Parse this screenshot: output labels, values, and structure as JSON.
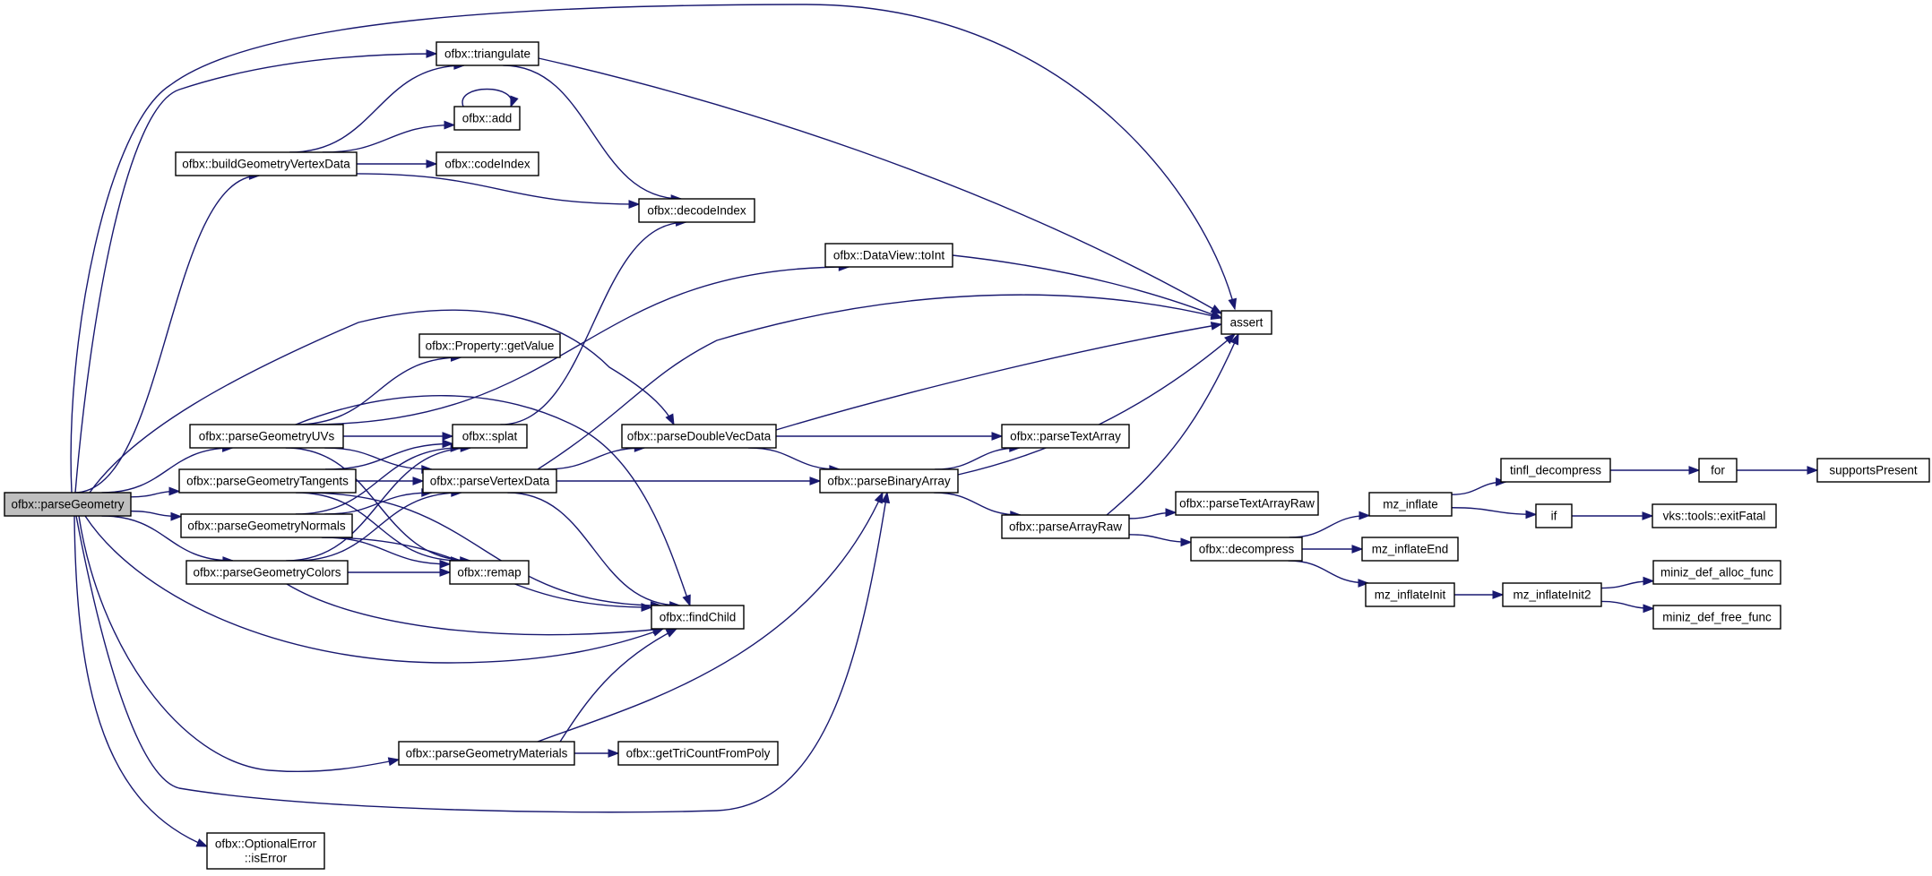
{
  "graph": {
    "root": "parseGeometry",
    "nodes": [
      {
        "id": "parseGeometry",
        "lines": [
          "ofbx::parseGeometry"
        ]
      },
      {
        "id": "triangulate",
        "lines": [
          "ofbx::triangulate"
        ]
      },
      {
        "id": "add",
        "lines": [
          "ofbx::add"
        ]
      },
      {
        "id": "buildGeometryVertexData",
        "lines": [
          "ofbx::buildGeometryVertexData"
        ]
      },
      {
        "id": "codeIndex",
        "lines": [
          "ofbx::codeIndex"
        ]
      },
      {
        "id": "decodeIndex",
        "lines": [
          "ofbx::decodeIndex"
        ]
      },
      {
        "id": "toInt",
        "lines": [
          "ofbx::DataView::toInt"
        ]
      },
      {
        "id": "assert",
        "lines": [
          "assert"
        ]
      },
      {
        "id": "getValue",
        "lines": [
          "ofbx::Property::getValue"
        ]
      },
      {
        "id": "parseGeometryUVs",
        "lines": [
          "ofbx::parseGeometryUVs"
        ]
      },
      {
        "id": "splat",
        "lines": [
          "ofbx::splat"
        ]
      },
      {
        "id": "parseDoubleVecData",
        "lines": [
          "ofbx::parseDoubleVecData"
        ]
      },
      {
        "id": "parseTextArray",
        "lines": [
          "ofbx::parseTextArray"
        ]
      },
      {
        "id": "parseGeometryTangents",
        "lines": [
          "ofbx::parseGeometryTangents"
        ]
      },
      {
        "id": "parseVertexData",
        "lines": [
          "ofbx::parseVertexData"
        ]
      },
      {
        "id": "parseBinaryArray",
        "lines": [
          "ofbx::parseBinaryArray"
        ]
      },
      {
        "id": "parseGeometryNormals",
        "lines": [
          "ofbx::parseGeometryNormals"
        ]
      },
      {
        "id": "parseArrayRaw",
        "lines": [
          "ofbx::parseArrayRaw"
        ]
      },
      {
        "id": "parseTextArrayRaw",
        "lines": [
          "ofbx::parseTextArrayRaw"
        ]
      },
      {
        "id": "parseGeometryColors",
        "lines": [
          "ofbx::parseGeometryColors"
        ]
      },
      {
        "id": "remap",
        "lines": [
          "ofbx::remap"
        ]
      },
      {
        "id": "decompress",
        "lines": [
          "ofbx::decompress"
        ]
      },
      {
        "id": "findChild",
        "lines": [
          "ofbx::findChild"
        ]
      },
      {
        "id": "parseGeometryMaterials",
        "lines": [
          "ofbx::parseGeometryMaterials"
        ]
      },
      {
        "id": "getTriCountFromPoly",
        "lines": [
          "ofbx::getTriCountFromPoly"
        ]
      },
      {
        "id": "isError",
        "lines": [
          "ofbx::OptionalError",
          "::isError"
        ]
      },
      {
        "id": "mz_inflate",
        "lines": [
          "mz_inflate"
        ]
      },
      {
        "id": "mz_inflateEnd",
        "lines": [
          "mz_inflateEnd"
        ]
      },
      {
        "id": "mz_inflateInit",
        "lines": [
          "mz_inflateInit"
        ]
      },
      {
        "id": "mz_inflateInit2",
        "lines": [
          "mz_inflateInit2"
        ]
      },
      {
        "id": "tinfl_decompress",
        "lines": [
          "tinfl_decompress"
        ]
      },
      {
        "id": "for",
        "lines": [
          "for"
        ]
      },
      {
        "id": "supportsPresent",
        "lines": [
          "supportsPresent"
        ]
      },
      {
        "id": "if",
        "lines": [
          "if"
        ]
      },
      {
        "id": "exitFatal",
        "lines": [
          "vks::tools::exitFatal"
        ]
      },
      {
        "id": "miniz_def_alloc_func",
        "lines": [
          "miniz_def_alloc_func"
        ]
      },
      {
        "id": "miniz_def_free_func",
        "lines": [
          "miniz_def_free_func"
        ]
      }
    ],
    "edges": [
      [
        "parseGeometry",
        "assert"
      ],
      [
        "parseGeometry",
        "triangulate"
      ],
      [
        "parseGeometry",
        "buildGeometryVertexData"
      ],
      [
        "parseGeometry",
        "parseDoubleVecData"
      ],
      [
        "parseGeometry",
        "parseGeometryUVs"
      ],
      [
        "parseGeometry",
        "parseGeometryTangents"
      ],
      [
        "parseGeometry",
        "parseGeometryNormals"
      ],
      [
        "parseGeometry",
        "parseGeometryColors"
      ],
      [
        "parseGeometry",
        "findChild"
      ],
      [
        "parseGeometry",
        "parseGeometryMaterials"
      ],
      [
        "parseGeometry",
        "parseBinaryArray"
      ],
      [
        "parseGeometry",
        "isError"
      ],
      [
        "triangulate",
        "assert"
      ],
      [
        "triangulate",
        "decodeIndex"
      ],
      [
        "add",
        "add"
      ],
      [
        "buildGeometryVertexData",
        "triangulate"
      ],
      [
        "buildGeometryVertexData",
        "add"
      ],
      [
        "buildGeometryVertexData",
        "codeIndex"
      ],
      [
        "buildGeometryVertexData",
        "decodeIndex"
      ],
      [
        "toInt",
        "assert"
      ],
      [
        "parseGeometryUVs",
        "toInt"
      ],
      [
        "parseGeometryUVs",
        "getValue"
      ],
      [
        "parseGeometryUVs",
        "splat"
      ],
      [
        "parseGeometryUVs",
        "findChild"
      ],
      [
        "parseGeometryUVs",
        "parseVertexData"
      ],
      [
        "parseGeometryUVs",
        "remap"
      ],
      [
        "splat",
        "decodeIndex"
      ],
      [
        "parseGeometryTangents",
        "splat"
      ],
      [
        "parseGeometryTangents",
        "parseVertexData"
      ],
      [
        "parseGeometryTangents",
        "remap"
      ],
      [
        "parseGeometryTangents",
        "findChild"
      ],
      [
        "parseGeometryNormals",
        "splat"
      ],
      [
        "parseGeometryNormals",
        "parseVertexData"
      ],
      [
        "parseGeometryNormals",
        "remap"
      ],
      [
        "parseGeometryNormals",
        "findChild"
      ],
      [
        "parseGeometryColors",
        "splat"
      ],
      [
        "parseGeometryColors",
        "parseVertexData"
      ],
      [
        "parseGeometryColors",
        "remap"
      ],
      [
        "parseGeometryColors",
        "findChild"
      ],
      [
        "parseVertexData",
        "assert"
      ],
      [
        "parseVertexData",
        "parseDoubleVecData"
      ],
      [
        "parseVertexData",
        "parseBinaryArray"
      ],
      [
        "parseVertexData",
        "findChild"
      ],
      [
        "parseDoubleVecData",
        "assert"
      ],
      [
        "parseDoubleVecData",
        "parseTextArray"
      ],
      [
        "parseDoubleVecData",
        "parseBinaryArray"
      ],
      [
        "parseBinaryArray",
        "assert"
      ],
      [
        "parseBinaryArray",
        "parseTextArray"
      ],
      [
        "parseBinaryArray",
        "parseArrayRaw"
      ],
      [
        "parseArrayRaw",
        "assert"
      ],
      [
        "parseArrayRaw",
        "parseTextArrayRaw"
      ],
      [
        "parseArrayRaw",
        "decompress"
      ],
      [
        "parseGeometryMaterials",
        "findChild"
      ],
      [
        "parseGeometryMaterials",
        "parseBinaryArray"
      ],
      [
        "parseGeometryMaterials",
        "getTriCountFromPoly"
      ],
      [
        "decompress",
        "mz_inflate"
      ],
      [
        "decompress",
        "mz_inflateEnd"
      ],
      [
        "decompress",
        "mz_inflateInit"
      ],
      [
        "mz_inflate",
        "tinfl_decompress"
      ],
      [
        "mz_inflate",
        "if"
      ],
      [
        "tinfl_decompress",
        "for"
      ],
      [
        "for",
        "supportsPresent"
      ],
      [
        "if",
        "exitFatal"
      ],
      [
        "mz_inflateInit",
        "mz_inflateInit2"
      ],
      [
        "mz_inflateInit2",
        "miniz_def_alloc_func"
      ],
      [
        "mz_inflateInit2",
        "miniz_def_free_func"
      ]
    ]
  }
}
